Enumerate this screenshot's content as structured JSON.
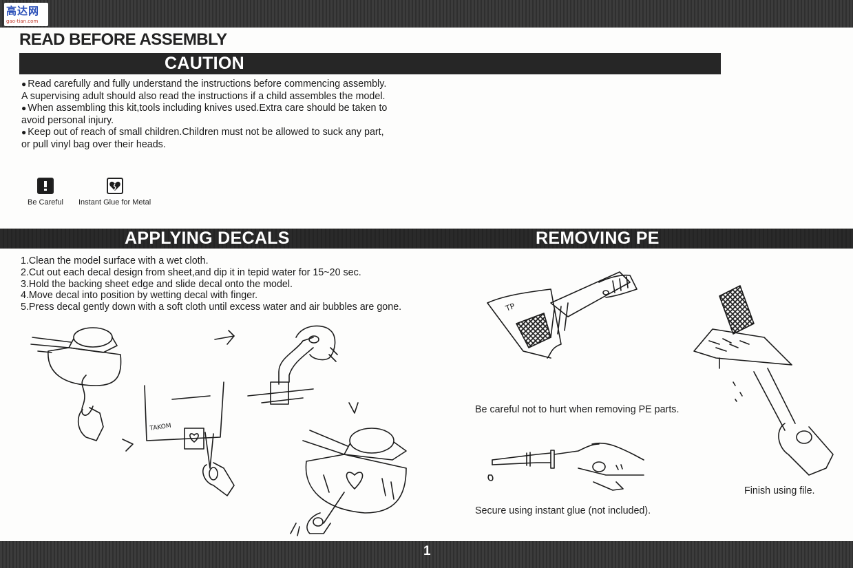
{
  "header": {
    "logo_main": "高达网",
    "logo_sub": "gao-tian.com"
  },
  "page_title": "READ BEFORE ASSEMBLY",
  "caution": {
    "heading": "CAUTION",
    "items": [
      "Read carefully and fully understand the instructions before commencing assembly.",
      "A supervising adult should also read the instructions if a child assembles the model.",
      "When assembling this kit,tools including knives used.Extra care should be taken to",
      "avoid personal injury.",
      "Keep out of reach of small children.Children must not be allowed to suck any part,",
      "or pull vinyl bag over their heads."
    ],
    "icons": [
      {
        "icon": "exclamation-icon",
        "label": "Be Careful"
      },
      {
        "icon": "broken-heart-icon",
        "label": "Instant Glue for Metal"
      }
    ]
  },
  "decals": {
    "heading": "APPLYING DECALS",
    "steps": [
      "1.Clean the model surface with a wet cloth.",
      "2.Cut out each decal design from sheet,and dip it in tepid water for 15~20 sec.",
      "3.Hold the backing sheet edge and slide decal onto the model.",
      "4.Move decal into position by wetting decal with finger.",
      "5.Press decal gently down with a soft cloth until excess water and air bubbles are gone."
    ],
    "sheet_label": "TAKOM"
  },
  "pe": {
    "heading": "REMOVING PE",
    "fret_label": "TP",
    "captions": {
      "careful": "Be careful not to hurt when removing PE parts.",
      "glue": "Secure using instant glue (not included).",
      "file": "Finish using file."
    }
  },
  "footer": {
    "page_number": "1"
  }
}
